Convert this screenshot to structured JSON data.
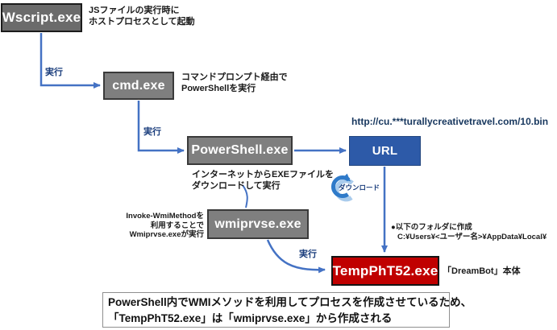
{
  "colors": {
    "process_box": "#7f7f7f",
    "wscript_box": "#6b6b6b",
    "url_box": "#2d5aa8",
    "malware_box": "#c00000",
    "arrow_blue": "#4472c4",
    "icon_blue": "#2f7ac9",
    "icon_blue_light": "#a9cbec",
    "label_navy": "#1a3d7c",
    "note_text": "#1a1a1a"
  },
  "nodes": {
    "wscript": {
      "label": "Wscript.exe",
      "note": [
        "JSファイルの実行時に",
        "ホストプロセスとして起動"
      ]
    },
    "cmd": {
      "label": "cmd.exe",
      "note": [
        "コマンドプロンプト経由で",
        "PowerShellを実行"
      ]
    },
    "powershell": {
      "label": "PowerShell.exe",
      "note": [
        "インターネットからEXEファイルを",
        "ダウンロードして実行"
      ]
    },
    "url": {
      "label": "URL",
      "address": "http://cu.***turallycreativetravel.com/10.bin"
    },
    "wmiprvse": {
      "label": "wmiprvse.exe",
      "note": [
        "Invoke-WmiMethodを",
        "利用することで",
        "Wmiprvse.exeが実行"
      ]
    },
    "tempphT52": {
      "label": "TempPhT52.exe",
      "note": "「DreamBot」本体",
      "created_at": [
        "●以下のフォルダに作成",
        "C:¥Users¥<ユーザー名>¥AppData¥Local¥"
      ]
    }
  },
  "edges": {
    "wscript_cmd": {
      "label": "実行"
    },
    "cmd_powershell": {
      "label": "実行"
    },
    "wmiprvse_tempphT52": {
      "label": "実行"
    },
    "url_download": {
      "label": "ダウンロード"
    }
  },
  "footer": {
    "lines": [
      "PowerShell内でWMIメソッドを利用してプロセスを作成させているため、",
      "「TempPhT52.exe」は「wmiprvse.exe」から作成される"
    ]
  }
}
